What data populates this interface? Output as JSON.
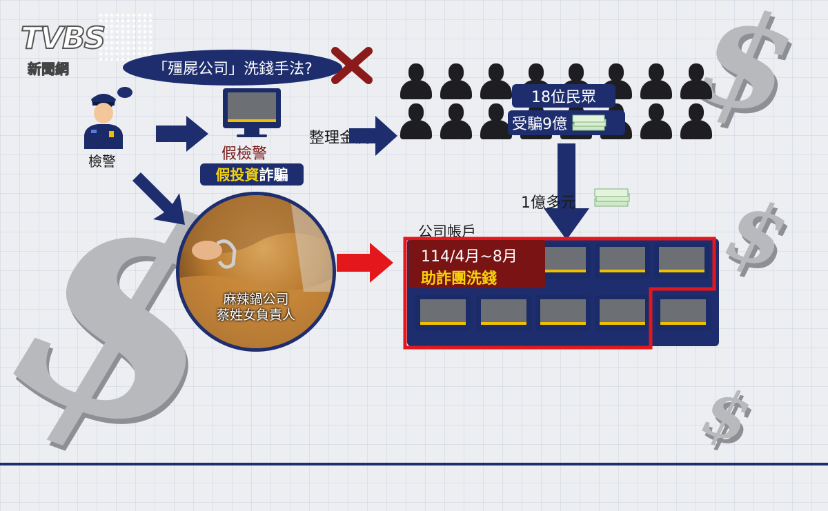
{
  "logo": {
    "brand": "TVBS",
    "sub": "新聞網"
  },
  "bubble": {
    "text": "「殭屍公司」洗錢手法?"
  },
  "officer": {
    "label": "檢警"
  },
  "fake_officer": {
    "label": "假檢警"
  },
  "fraud_tag": {
    "highlight": "假投資",
    "rest": "詐騙"
  },
  "flow_label": "整理金流",
  "victims": {
    "count_text": "18位民眾",
    "amount_text": "受騙9億"
  },
  "transfer_label": "1億多元",
  "photo": {
    "line1": "麻辣鍋公司",
    "line2": "蔡姓女負責人"
  },
  "accounts": {
    "title": "公司帳戶",
    "period": "114/4月~8月",
    "action": "助詐團洗錢"
  },
  "colors": {
    "navy": "#1d2d6e",
    "red": "#e3171c",
    "yellow": "#f5d20a",
    "dark_red": "#7a1a1a"
  },
  "icons": [
    "officer-icon",
    "thought-bubble-icon",
    "cross-icon",
    "monitor-icon",
    "person-icon",
    "money-icon",
    "arrow-icon",
    "handcuffs-photo",
    "dollar-icon"
  ]
}
